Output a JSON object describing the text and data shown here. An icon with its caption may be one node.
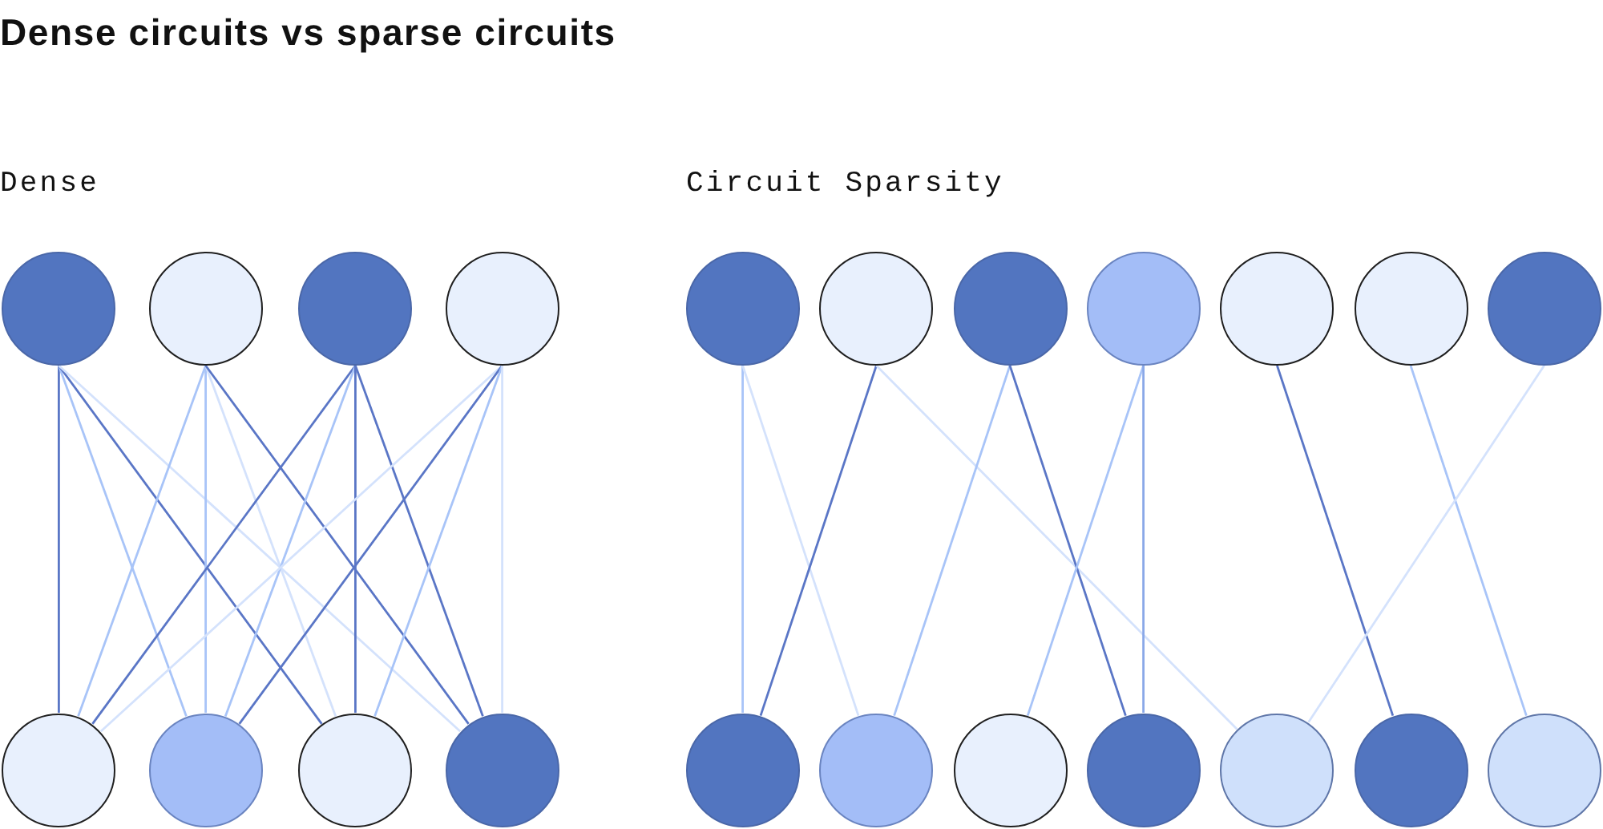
{
  "diagram": {
    "title": "Dense circuits vs sparse circuits",
    "nodes": [
      {
        "text": [],
        "shape": "circle"
      },
      {
        "text": [],
        "shape": "circle"
      },
      {
        "text": [],
        "shape": "circle"
      },
      {
        "text": [],
        "shape": "circle"
      },
      {
        "text": [],
        "shape": "circle"
      },
      {
        "text": [],
        "shape": "circle"
      },
      {
        "text": [],
        "shape": "circle"
      },
      {
        "text": [],
        "shape": "circle"
      },
      {
        "text": [],
        "shape": "circle"
      },
      {
        "text": [],
        "shape": "circle"
      },
      {
        "text": [],
        "shape": "circle"
      },
      {
        "text": [],
        "shape": "circle"
      },
      {
        "text": [],
        "shape": "circle"
      },
      {
        "text": [],
        "shape": "circle"
      },
      {
        "text": [],
        "shape": "circle"
      },
      {
        "text": [],
        "shape": "circle"
      },
      {
        "text": [],
        "shape": "circle"
      },
      {
        "text": [],
        "shape": "circle"
      },
      {
        "text": [],
        "shape": "circle"
      },
      {
        "text": [],
        "shape": "circle"
      },
      {
        "text": [],
        "shape": "circle"
      },
      {
        "text": [],
        "shape": "circle"
      }
    ],
    "edges": [
      {
        "from": 0,
        "to": 4,
        "arrow": "none"
      },
      {
        "from": 0,
        "to": 5,
        "arrow": "none",
        "color": "#a8c4f8"
      },
      {
        "from": 0,
        "to": 6,
        "arrow": "none"
      },
      {
        "from": 0,
        "to": 7,
        "arrow": "none",
        "color": "#d4e2fc"
      },
      {
        "from": 1,
        "to": 4,
        "arrow": "none",
        "color": "#a8c4f8"
      },
      {
        "from": 1,
        "to": 5,
        "arrow": "none",
        "color": "#a8c4f8"
      },
      {
        "from": 1,
        "to": 6,
        "arrow": "none",
        "color": "#d4e2fc"
      },
      {
        "from": 1,
        "to": 7,
        "arrow": "none"
      },
      {
        "from": 2,
        "to": 4,
        "arrow": "none"
      },
      {
        "from": 2,
        "to": 5,
        "arrow": "none",
        "color": "#a8c4f8"
      },
      {
        "from": 2,
        "to": 6,
        "arrow": "none"
      },
      {
        "from": 2,
        "to": 7,
        "arrow": "none"
      },
      {
        "from": 3,
        "to": 4,
        "arrow": "none",
        "color": "#d4e2fc"
      },
      {
        "from": 3,
        "to": 5,
        "arrow": "none"
      },
      {
        "from": 3,
        "to": 6,
        "arrow": "none",
        "color": "#a8c4f8"
      },
      {
        "from": 3,
        "to": 7,
        "arrow": "none",
        "color": "#d4e2fc"
      },
      {
        "from": 8,
        "to": 15,
        "arrow": "none",
        "color": "#a8c4f8"
      },
      {
        "from": 8,
        "to": 16,
        "arrow": "none",
        "color": "#d4e2fc"
      },
      {
        "from": 9,
        "to": 15,
        "arrow": "none"
      },
      {
        "from": 9,
        "to": 19,
        "arrow": "none",
        "color": "#d4e2fc"
      },
      {
        "from": 10,
        "to": 16,
        "arrow": "none",
        "color": "#a8c4f8"
      },
      {
        "from": 10,
        "to": 18,
        "arrow": "none"
      },
      {
        "from": 11,
        "to": 17,
        "arrow": "none",
        "color": "#a8c4f8"
      },
      {
        "from": 11,
        "to": 18,
        "arrow": "none",
        "color": "#8aa8e8"
      },
      {
        "from": 12,
        "to": 20,
        "arrow": "none"
      },
      {
        "from": 13,
        "to": 21,
        "arrow": "none",
        "color": "#a8c4f8"
      },
      {
        "from": 14,
        "to": 19,
        "arrow": "none",
        "color": "#d4e2fc"
      }
    ],
    "labels": [
      "Dense",
      "Circuit Sparsity"
    ]
  }
}
